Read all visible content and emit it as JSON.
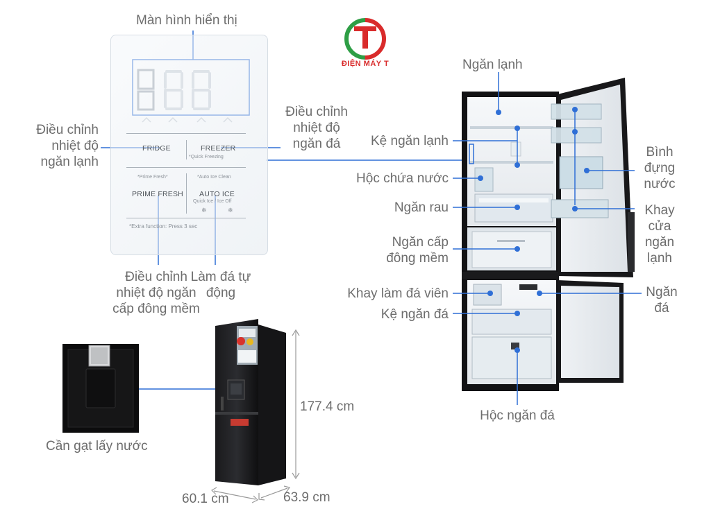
{
  "brand": {
    "name": "ĐIỆN MÁY T",
    "colors": {
      "red": "#d92b2b",
      "green": "#2e9e45"
    }
  },
  "panel": {
    "fridge": "FRIDGE",
    "freezer": "FREEZER",
    "quick_freezing": "*Quick Freezing",
    "prime_fresh_note": "*Prime Fresh*",
    "auto_ice_clean": "*Auto Ice Clean",
    "prime_fresh": "PRIME FRESH",
    "auto_ice": "AUTO ICE",
    "quick_ice": "Quick Ice / Ice Off",
    "extra": "*Extra function: Press 3 sec"
  },
  "labels": {
    "display": "Màn hình hiển thị",
    "fridge_temp": "Điều chỉnh nhiệt độ ngăn lạnh",
    "freezer_temp": "Điều chỉnh nhiệt độ ngăn đá",
    "soft_freeze_temp": "Điều chỉnh nhiệt độ ngăn cấp đông mềm",
    "auto_ice": "Làm đá tự động",
    "water_lever": "Cần gạt lấy nước",
    "fridge": "Ngăn lạnh",
    "fridge_shelf": "Kệ ngăn lạnh",
    "water_tank": "Hộc chứa nước",
    "veg": "Ngăn rau",
    "soft_freeze": "Ngăn cấp đông mềm",
    "ice_tray": "Khay làm đá viên",
    "freezer_shelf": "Kệ ngăn đá",
    "freezer_drawer": "Hộc ngăn đá",
    "water_bottle": "Bình đựng nước",
    "door_tray": "Khay cửa ngăn lạnh",
    "freezer": "Ngăn đá"
  },
  "dimensions": {
    "height": "177.4 cm",
    "width": "60.1 cm",
    "depth": "63.9 cm"
  }
}
